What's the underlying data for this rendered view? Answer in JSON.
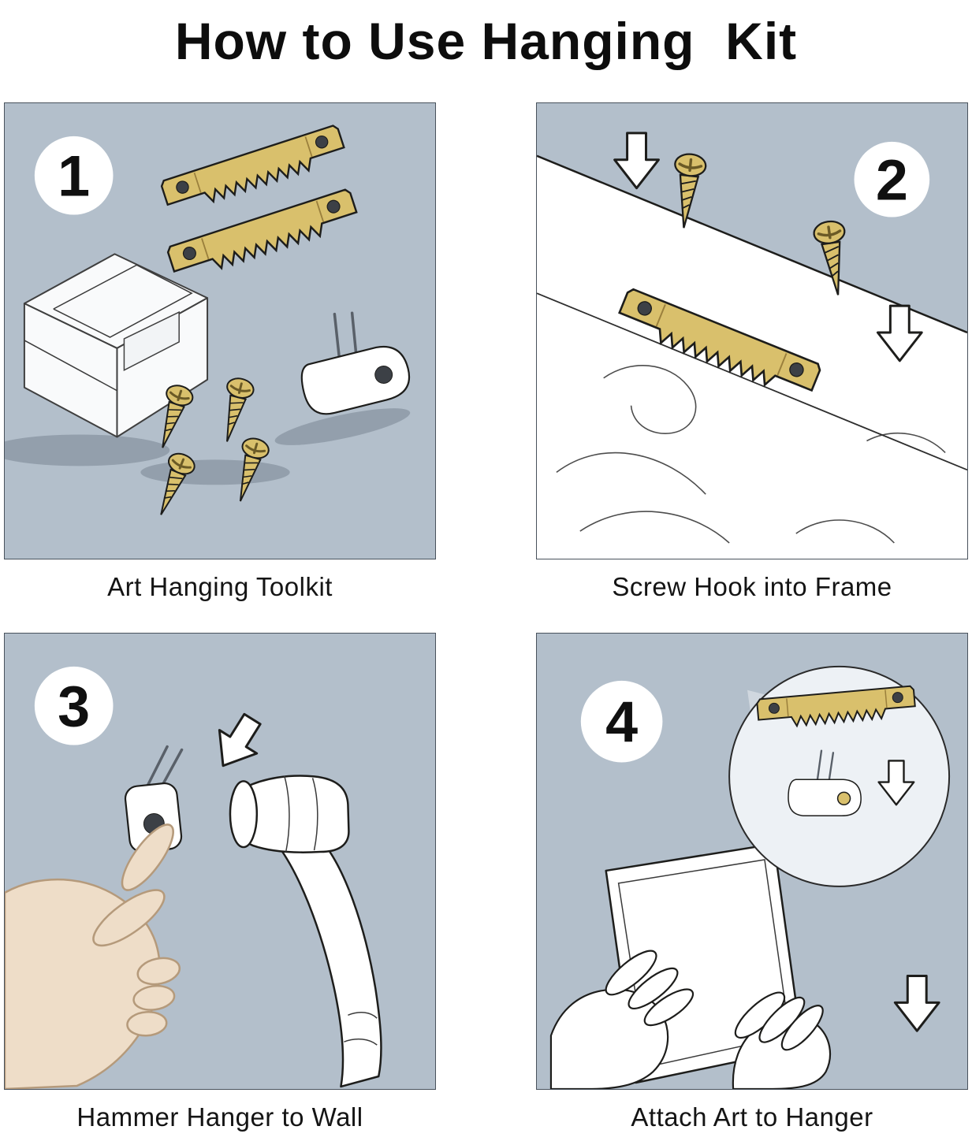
{
  "title": "How to Use Hanging  Kit",
  "panels": [
    {
      "number": "1",
      "caption": "Art Hanging Toolkit"
    },
    {
      "number": "2",
      "caption": "Screw Hook into Frame"
    },
    {
      "number": "3",
      "caption": "Hammer Hanger to Wall"
    },
    {
      "number": "4",
      "caption": "Attach Art to Hanger"
    }
  ],
  "icons": {
    "sawtooth_hanger": "sawtooth-hanger-icon",
    "screw": "screw-icon",
    "storage_box": "storage-box-icon",
    "wall_hook": "wall-hook-icon",
    "down_arrow": "arrow-down-icon",
    "wood_frame": "wood-frame-icon",
    "hammer": "hammer-icon",
    "hand": "hand-icon",
    "picture_frame": "picture-frame-icon",
    "magnifier": "magnifier-circle"
  },
  "colors": {
    "panel_bg": "#b3bfcb",
    "brass": "#d9c06c",
    "brass_dark": "#9a7f3c",
    "ink": "#1d1d1b",
    "skin": "#eeddc8"
  }
}
